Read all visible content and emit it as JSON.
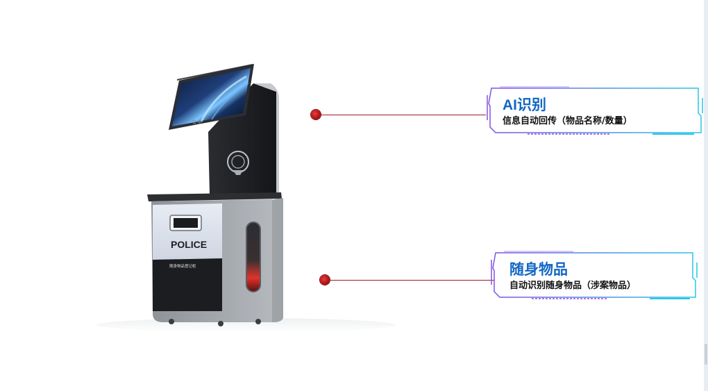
{
  "product": {
    "panel_brand": "POLICE",
    "panel_caption": "随身物品登记柜",
    "screen_label": "智 能"
  },
  "callouts": [
    {
      "title": "AI识别",
      "description": "信息自动回传（物品名称/数量）"
    },
    {
      "title": "随身物品",
      "description": "自动识别随身物品（涉案物品）"
    }
  ],
  "colors": {
    "title_blue": "#1266c4",
    "connector_red": "#b7131a",
    "frame_purple": "#8a4fe0",
    "frame_cyan": "#27c6e8"
  },
  "icons": [
    "police-emblem-icon"
  ]
}
